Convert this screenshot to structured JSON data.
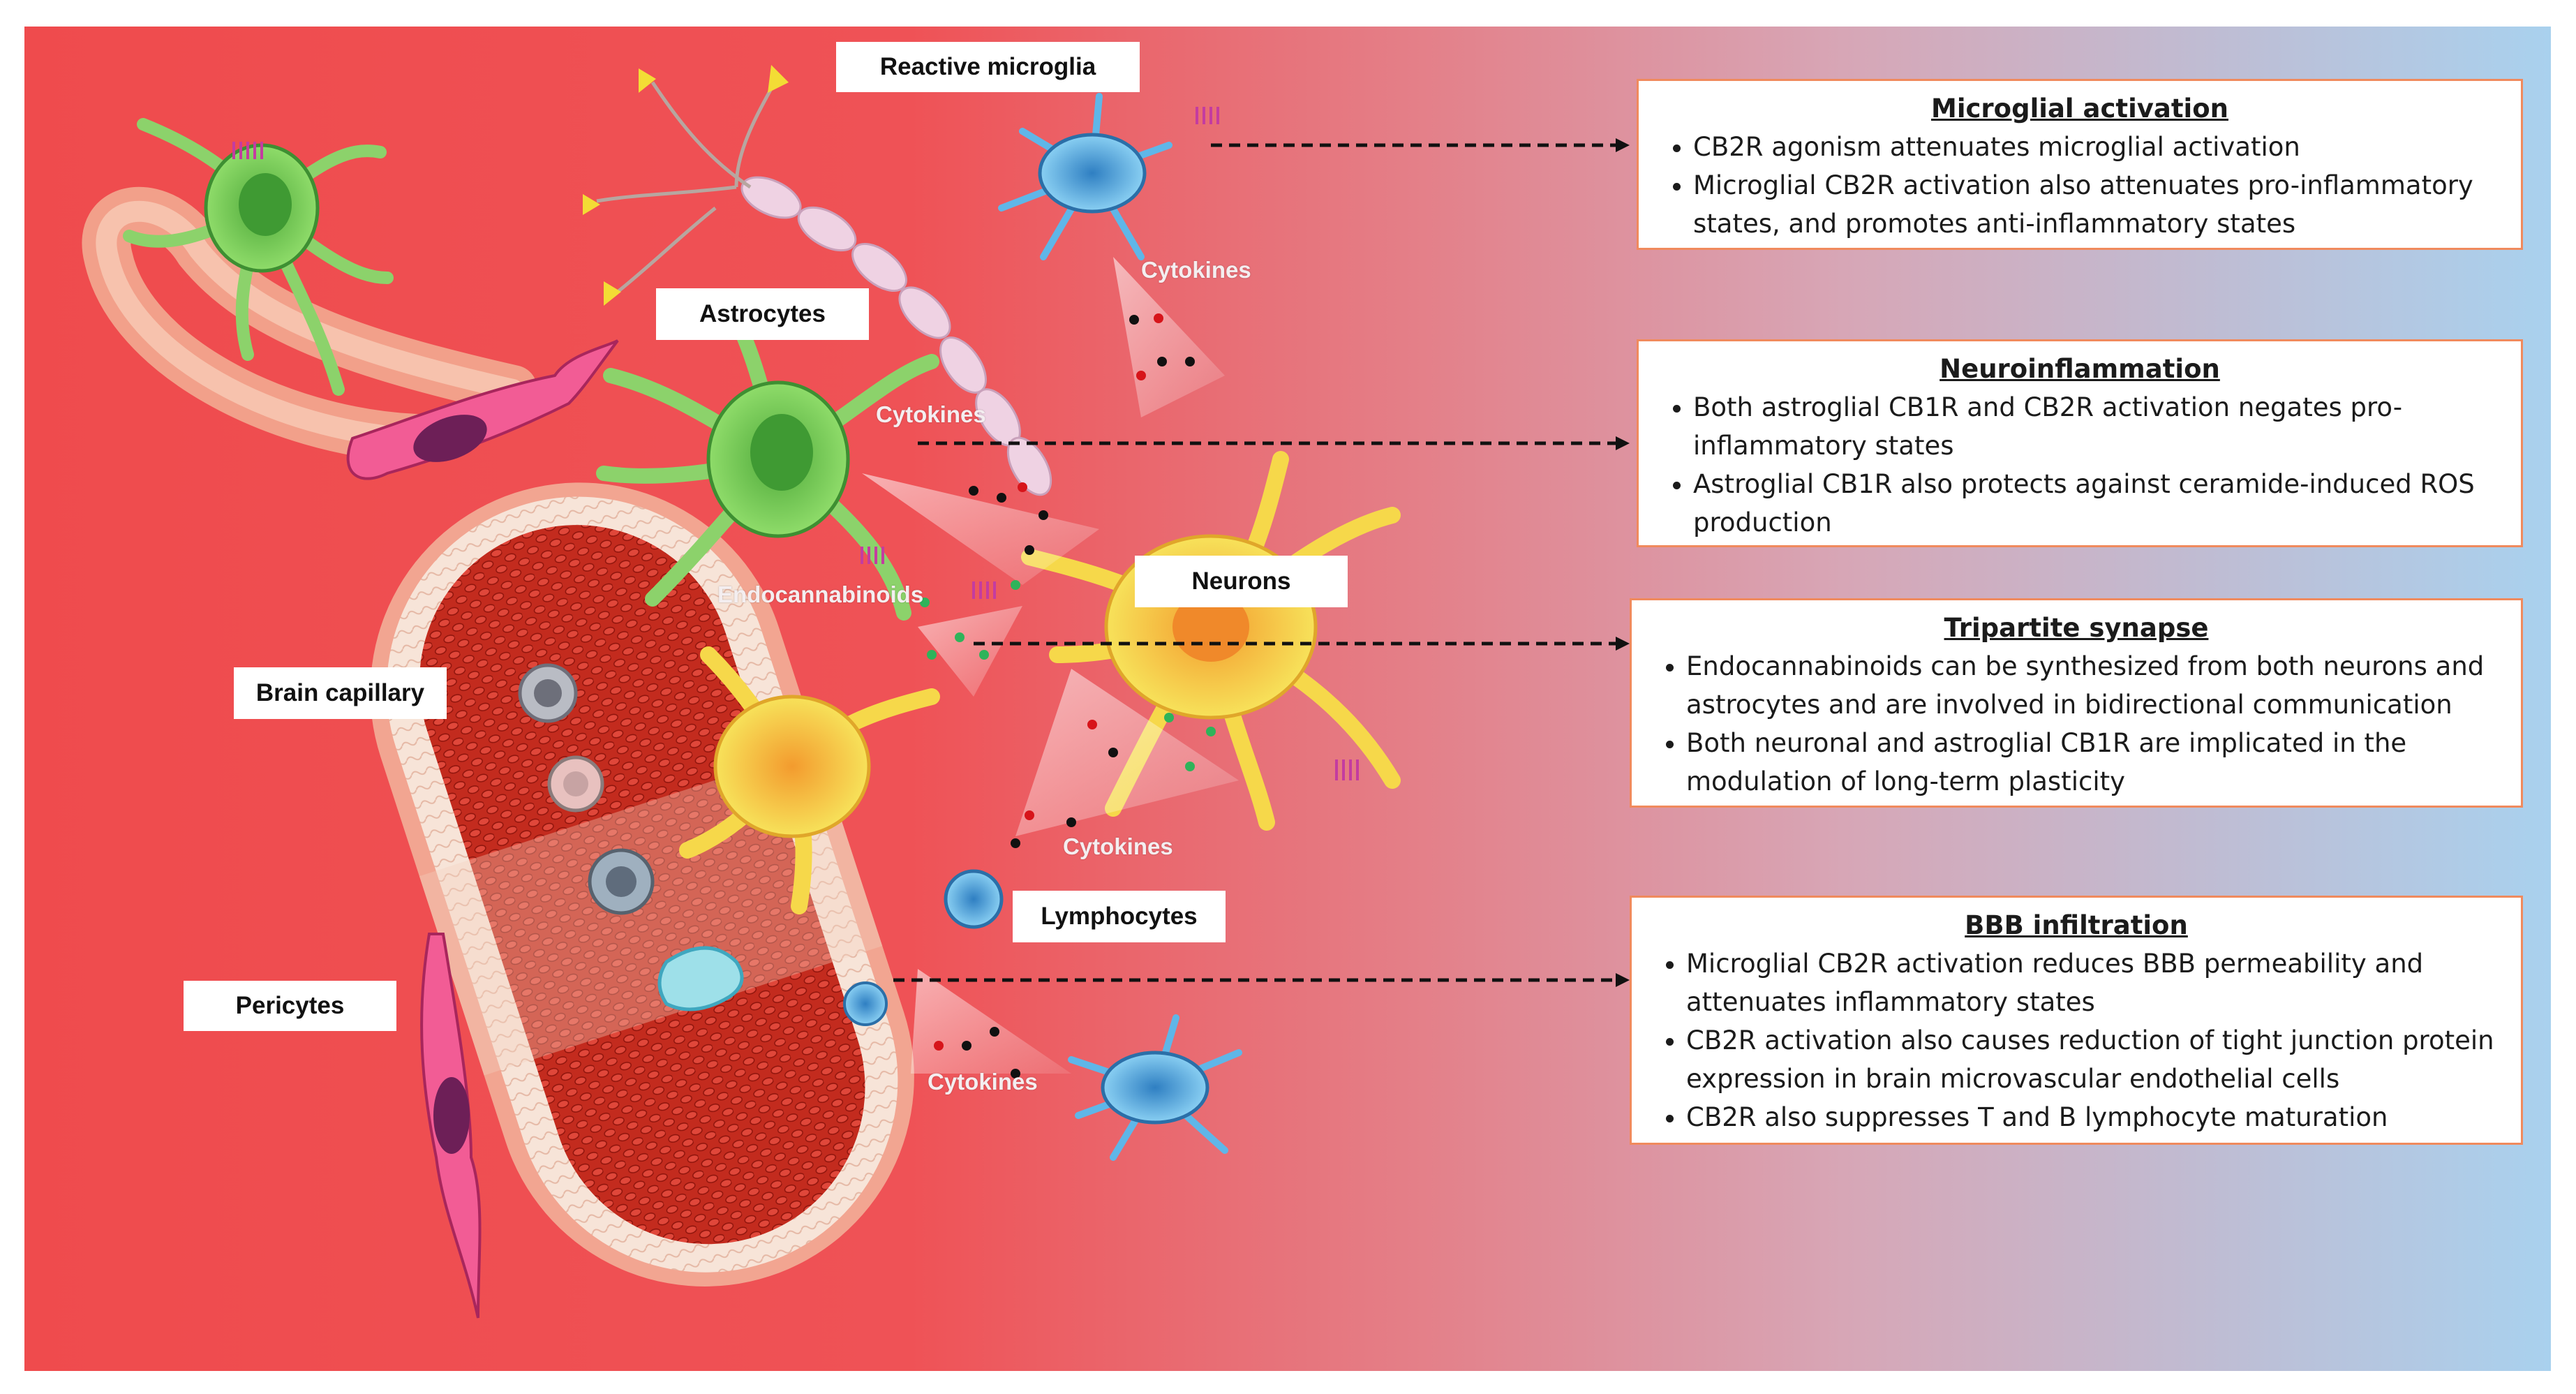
{
  "labels": {
    "reactive_microglia": "Reactive microglia",
    "astrocytes": "Astrocytes",
    "neurons": "Neurons",
    "brain_capillary": "Brain capillary",
    "pericytes": "Pericytes",
    "lymphocytes": "Lymphocytes",
    "cytokines_1": "Cytokines",
    "cytokines_2": "Cytokines",
    "cytokines_3": "Cytokines",
    "cytokines_4": "Cytokines",
    "endocannabinoids": "Endocannabinoids"
  },
  "panels": [
    {
      "title": "Microglial activation",
      "bullets": [
        "CB2R agonism attenuates microglial activation",
        "Microglial CB2R activation also attenuates pro-inflammatory states, and promotes anti-inflammatory states"
      ]
    },
    {
      "title": "Neuroinflammation",
      "bullets": [
        "Both astroglial CB1R and CB2R activation negates pro-inflammatory states",
        "Astroglial CB1R also protects against ceramide-induced ROS production"
      ]
    },
    {
      "title": "Tripartite synapse",
      "bullets": [
        "Endocannabinoids can be synthesized from both neurons and astrocytes and are involved in bidirectional communication",
        "Both neuronal and astroglial CB1R are implicated in the modulation of long-term plasticity"
      ]
    },
    {
      "title": "BBB infiltration",
      "bullets": [
        "Microglial CB2R activation reduces BBB permeability and attenuates inflammatory states",
        "CB2R activation also causes reduction of tight junction protein expression in brain microvascular endothelial cells",
        "CB2R also suppresses T and B lymphocyte maturation"
      ]
    }
  ],
  "colors": {
    "background_left": "#ef4b4d",
    "background_right": "#a9d1ee",
    "panel_border": "#f08a5d",
    "astrocyte": "#7fd35c",
    "neuron": "#f6d84a",
    "microglia": "#5fb6e8",
    "capillary_wall": "#f6d6c4",
    "blood": "#c9281c"
  }
}
